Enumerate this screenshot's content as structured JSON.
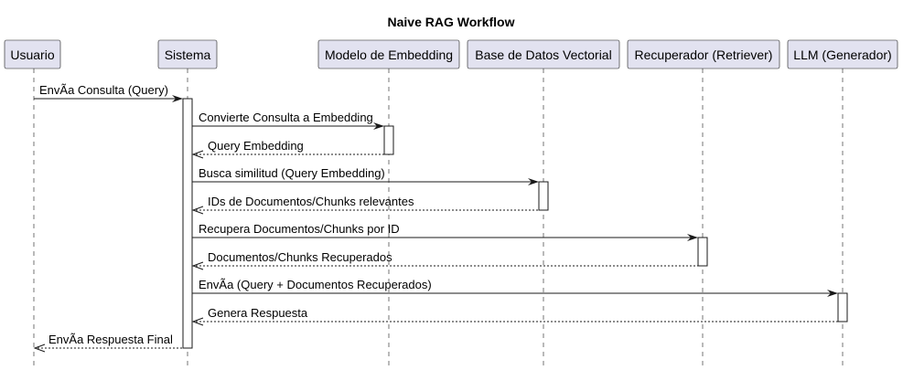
{
  "title": "Naive RAG Workflow",
  "colors": {
    "participant_fill": "#e2e2f0",
    "line": "#181818",
    "background": "#ffffff"
  },
  "participants": [
    {
      "id": "usuario",
      "label": "Usuario"
    },
    {
      "id": "sistema",
      "label": "Sistema"
    },
    {
      "id": "embedding",
      "label": "Modelo de Embedding"
    },
    {
      "id": "vectordb",
      "label": "Base de Datos Vectorial"
    },
    {
      "id": "retriever",
      "label": "Recuperador (Retriever)"
    },
    {
      "id": "llm",
      "label": "LLM (Generador)"
    }
  ],
  "messages": [
    {
      "from": "usuario",
      "to": "sistema",
      "type": "sync",
      "label": "EnvÃ­a Consulta (Query)"
    },
    {
      "from": "sistema",
      "to": "embedding",
      "type": "sync",
      "label": "Convierte Consulta a Embedding"
    },
    {
      "from": "embedding",
      "to": "sistema",
      "type": "reply",
      "label": "Query Embedding"
    },
    {
      "from": "sistema",
      "to": "vectordb",
      "type": "sync",
      "label": "Busca similitud (Query Embedding)"
    },
    {
      "from": "vectordb",
      "to": "sistema",
      "type": "reply",
      "label": "IDs de Documentos/Chunks relevantes"
    },
    {
      "from": "sistema",
      "to": "retriever",
      "type": "sync",
      "label": "Recupera Documentos/Chunks por ID"
    },
    {
      "from": "retriever",
      "to": "sistema",
      "type": "reply",
      "label": "Documentos/Chunks Recuperados"
    },
    {
      "from": "sistema",
      "to": "llm",
      "type": "sync",
      "label": "EnvÃ­a (Query + Documentos Recuperados)"
    },
    {
      "from": "llm",
      "to": "sistema",
      "type": "reply",
      "label": "Genera Respuesta"
    },
    {
      "from": "sistema",
      "to": "usuario",
      "type": "reply",
      "label": "EnvÃ­a Respuesta Final"
    }
  ]
}
